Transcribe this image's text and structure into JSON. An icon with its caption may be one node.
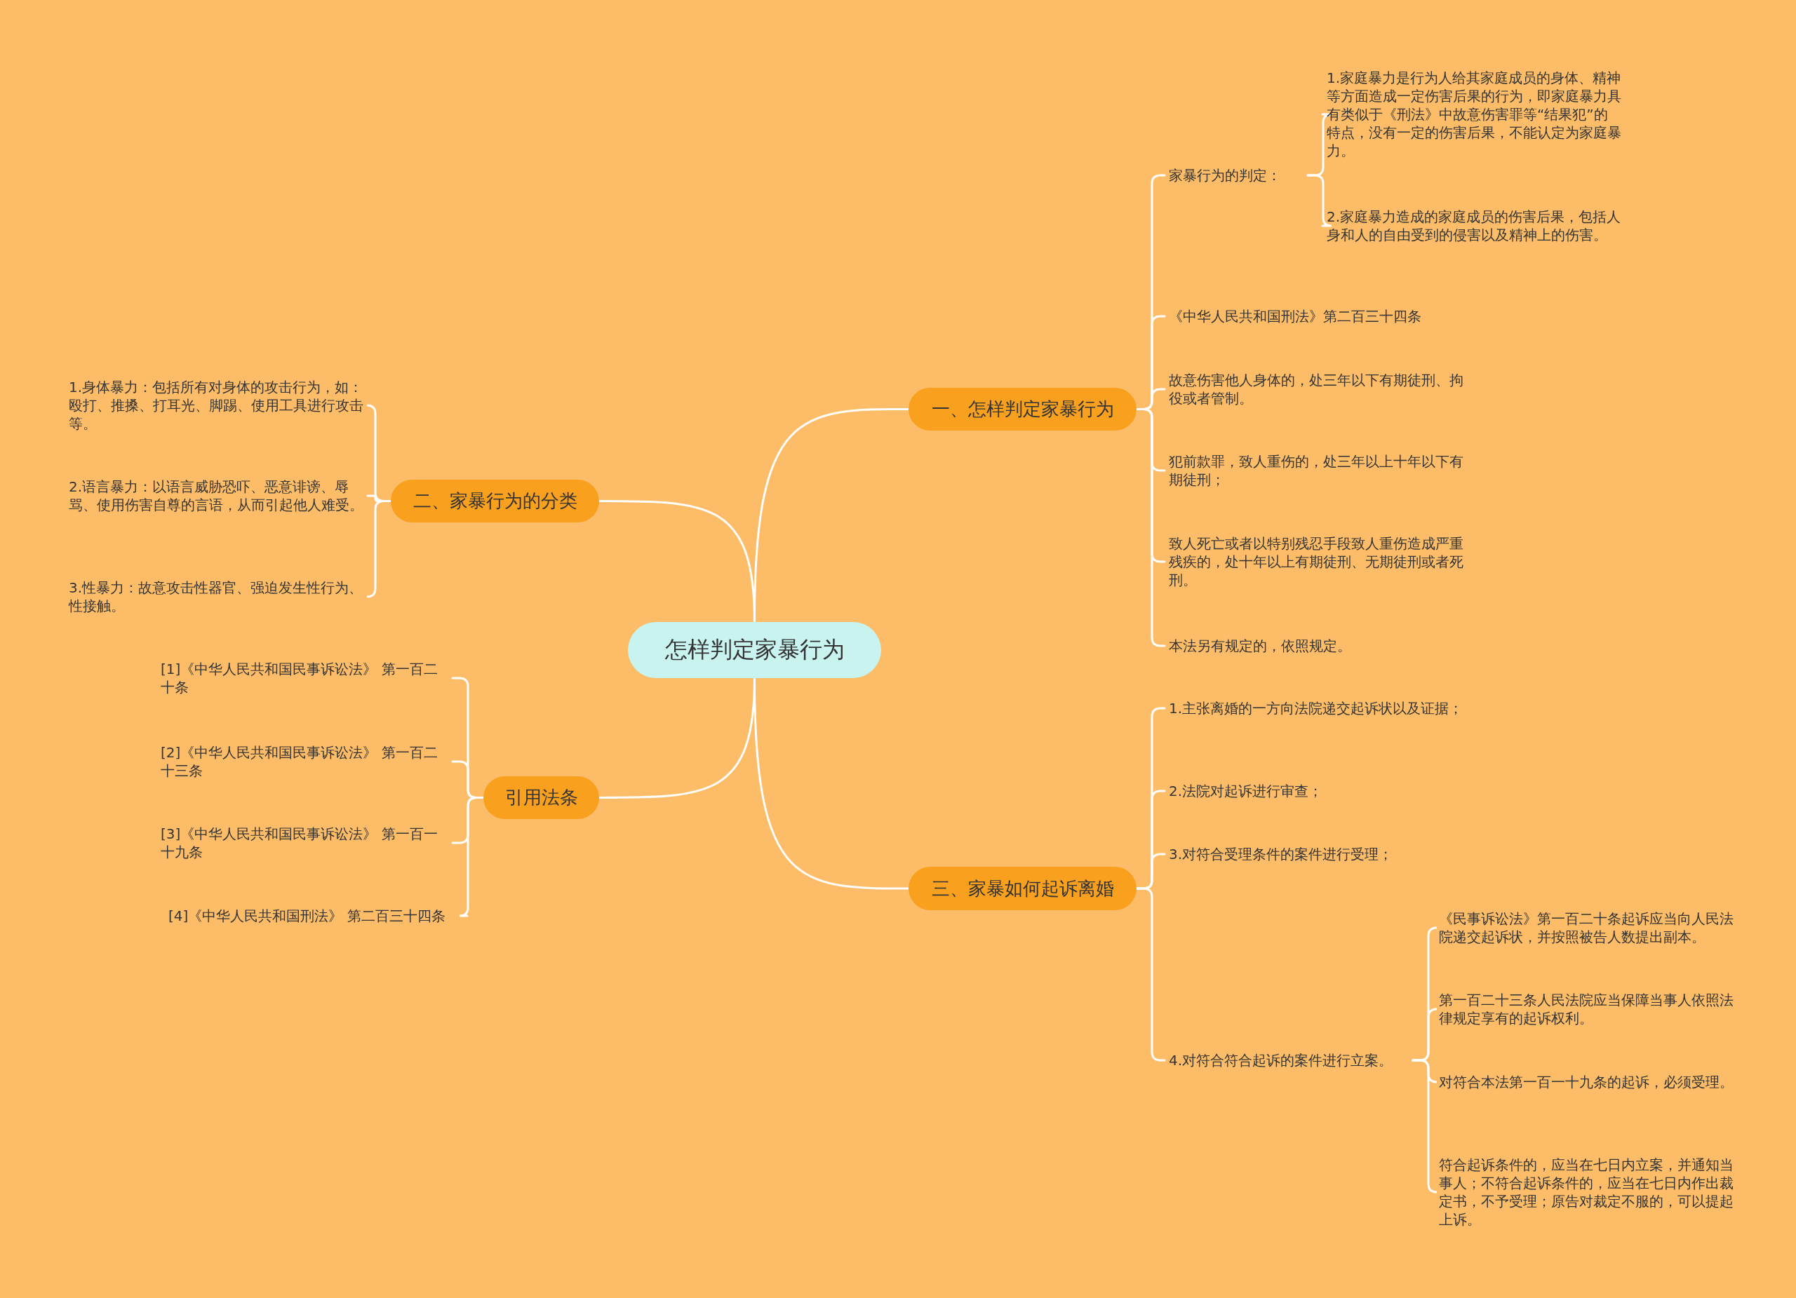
{
  "diagram": {
    "nodes": [
      {
        "text": [
          "怎样判定家暴行为"
        ]
      },
      {
        "text": [
          "一、怎样判定家暴行为"
        ]
      },
      {
        "text": [
          "家暴行为的判定："
        ]
      },
      {
        "text": [
          "1.家庭暴力是行为人给其家庭成员的身体、精神等方面造成一定伤害后果的行为，即家庭暴力具有类似于《刑法》中故意伤害罪等“结果犯”的特点，没有一定的伤害后果，不能认定为家庭暴力。"
        ]
      },
      {
        "text": [
          "2.家庭暴力造成的家庭成员的伤害后果，包括人身和人的自由受到的侵害以及精神上的伤害。"
        ]
      },
      {
        "text": [
          "《中华人民共和国刑法》第二百三十四条"
        ]
      },
      {
        "text": [
          "故意伤害他人身体的，处三年以下有期徒刑、拘役或者管制。"
        ]
      },
      {
        "text": [
          "犯前款罪，致人重伤的，处三年以上十年以下有期徒刑；"
        ]
      },
      {
        "text": [
          "致人死亡或者以特别残忍手段致人重伤造成严重残疾的，处十年以上有期徒刑、无期徒刑或者死刑。"
        ]
      },
      {
        "text": [
          "本法另有规定的，依照规定。"
        ]
      },
      {
        "text": [
          "二、家暴行为的分类"
        ]
      },
      {
        "text": [
          "1.身体暴力：包括所有对身体的攻击行为，如：殴打、推搡、打耳光、脚踢、使用工具进行攻击等。"
        ]
      },
      {
        "text": [
          "2.语言暴力：以语言威胁恐吓、恶意诽谤、辱骂、使用伤害自尊的言语，从而引起他人难受。"
        ]
      },
      {
        "text": [
          "3.性暴力：故意攻击性器官、强迫发生性行为、性接触。"
        ]
      },
      {
        "text": [
          "三、家暴如何起诉离婚"
        ]
      },
      {
        "text": [
          "1.主张离婚的一方向法院递交起诉状以及证据；"
        ]
      },
      {
        "text": [
          "2.法院对起诉进行审查；"
        ]
      },
      {
        "text": [
          "3.对符合受理条件的案件进行受理；"
        ]
      },
      {
        "text": [
          "4.对符合符合起诉的案件进行立案。"
        ]
      },
      {
        "text": [
          "《民事诉讼法》第一百二十条起诉应当向人民法院递交起诉状，并按照被告人数提出副本。"
        ]
      },
      {
        "text": [
          "第一百二十三条人民法院应当保障当事人依照法律规定享有的起诉权利。"
        ]
      },
      {
        "text": [
          "对符合本法第一百一十九条的起诉，必须受理。"
        ]
      },
      {
        "text": [
          "符合起诉条件的，应当在七日内立案，并通知当事人；不符合起诉条件的，应当在七日内作出裁定书，不予受理；原告对裁定不服的，可以提起上诉。"
        ]
      },
      {
        "text": [
          "引用法条"
        ]
      },
      {
        "text": [
          "[1]《中华人民共和国民事诉讼法》 第一百二十条"
        ]
      },
      {
        "text": [
          "[2]《中华人民共和国民事诉讼法》 第一百二十三条"
        ]
      },
      {
        "text": [
          "[3]《中华人民共和国民事诉讼法》 第一百一十九条"
        ]
      },
      {
        "text": [
          "[4]《中华人民共和国刑法》 第二百三十四条"
        ]
      }
    ],
    "edges": [
      {
        "from": 0,
        "to": 1,
        "arrow": "none"
      },
      {
        "from": 0,
        "to": 10,
        "arrow": "none"
      },
      {
        "from": 0,
        "to": 14,
        "arrow": "none"
      },
      {
        "from": 0,
        "to": 23,
        "arrow": "none"
      },
      {
        "from": 1,
        "to": 2,
        "arrow": "none"
      },
      {
        "from": 2,
        "to": 3,
        "arrow": "none"
      },
      {
        "from": 2,
        "to": 4,
        "arrow": "none"
      },
      {
        "from": 1,
        "to": 5,
        "arrow": "none"
      },
      {
        "from": 1,
        "to": 6,
        "arrow": "none"
      },
      {
        "from": 1,
        "to": 7,
        "arrow": "none"
      },
      {
        "from": 1,
        "to": 8,
        "arrow": "none"
      },
      {
        "from": 1,
        "to": 9,
        "arrow": "none"
      },
      {
        "from": 10,
        "to": 11,
        "arrow": "none"
      },
      {
        "from": 10,
        "to": 12,
        "arrow": "none"
      },
      {
        "from": 10,
        "to": 13,
        "arrow": "none"
      },
      {
        "from": 14,
        "to": 15,
        "arrow": "none"
      },
      {
        "from": 14,
        "to": 16,
        "arrow": "none"
      },
      {
        "from": 14,
        "to": 17,
        "arrow": "none"
      },
      {
        "from": 14,
        "to": 18,
        "arrow": "none"
      },
      {
        "from": 18,
        "to": 19,
        "arrow": "none"
      },
      {
        "from": 18,
        "to": 20,
        "arrow": "none"
      },
      {
        "from": 18,
        "to": 21,
        "arrow": "none"
      },
      {
        "from": 18,
        "to": 22,
        "arrow": "none"
      },
      {
        "from": 23,
        "to": 24,
        "arrow": "none"
      },
      {
        "from": 23,
        "to": 25,
        "arrow": "none"
      },
      {
        "from": 23,
        "to": 26,
        "arrow": "none"
      },
      {
        "from": 23,
        "to": 27,
        "arrow": "none"
      }
    ]
  }
}
